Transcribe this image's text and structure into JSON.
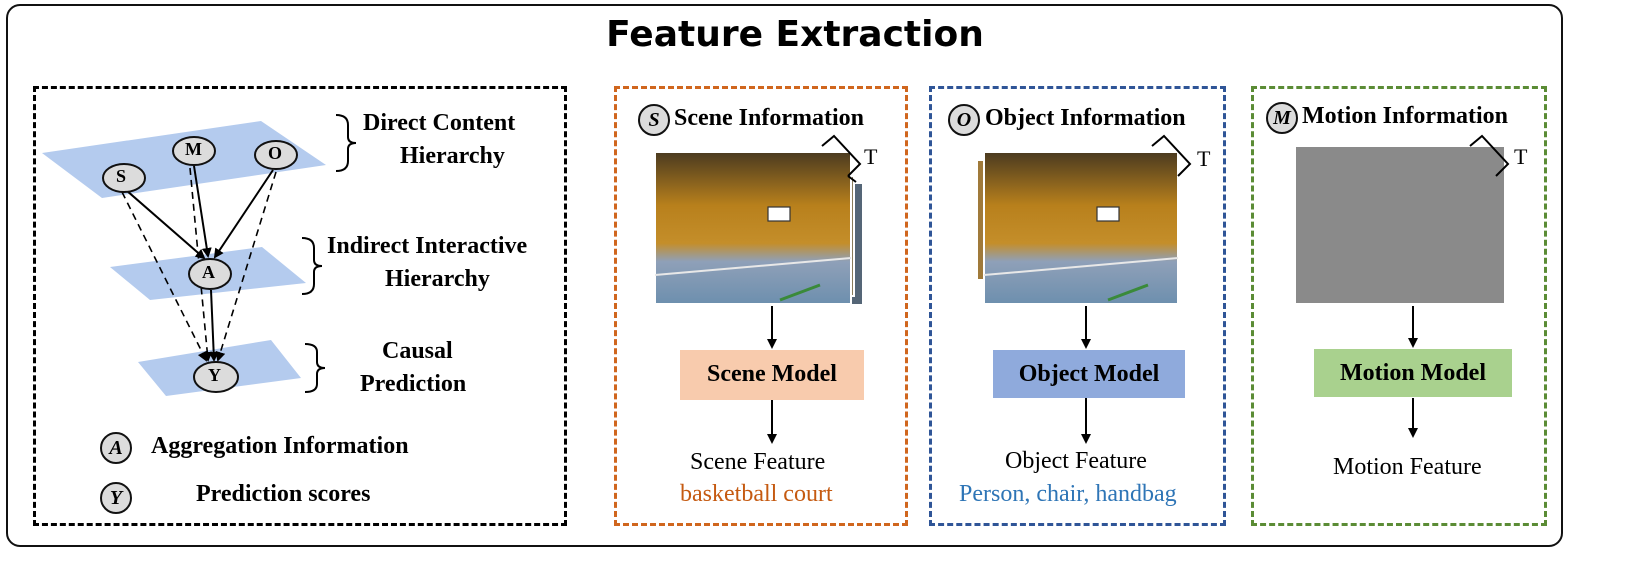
{
  "title": "Feature Extraction",
  "left_panel": {
    "nodes": {
      "s": "S",
      "m": "M",
      "o": "O",
      "a": "A",
      "y": "Y"
    },
    "hierarchy_1": [
      "Direct Content",
      "Hierarchy"
    ],
    "hierarchy_2": [
      "Indirect Interactive",
      "Hierarchy"
    ],
    "hierarchy_3": [
      "Causal",
      "Prediction"
    ],
    "legend": [
      {
        "symbol": "A",
        "label": "Aggregation Information"
      },
      {
        "symbol": "Y",
        "label": "Prediction scores"
      }
    ]
  },
  "scene_panel": {
    "symbol": "S",
    "heading": "Scene Information",
    "t_label": "T",
    "model": "Scene Model",
    "feature": "Scene Feature",
    "example": "basketball court"
  },
  "object_panel": {
    "symbol": "O",
    "heading": "Object Information",
    "t_label": "T",
    "model": "Object Model",
    "feature": "Object Feature",
    "example": "Person, chair, handbag"
  },
  "motion_panel": {
    "symbol": "M",
    "heading": "Motion Information",
    "t_label": "T",
    "model": "Motion Model",
    "feature": "Motion Feature"
  },
  "colors": {
    "scene_border": "#d0661e",
    "object_border": "#2f5597",
    "motion_border": "#5b8c35",
    "scene_model_fill": "#f8cbad",
    "object_model_fill": "#8faadc",
    "motion_model_fill": "#a9d18e",
    "plane_fill": "#b4cbee",
    "scene_example": "#c55a11",
    "object_example": "#2e75b6"
  }
}
